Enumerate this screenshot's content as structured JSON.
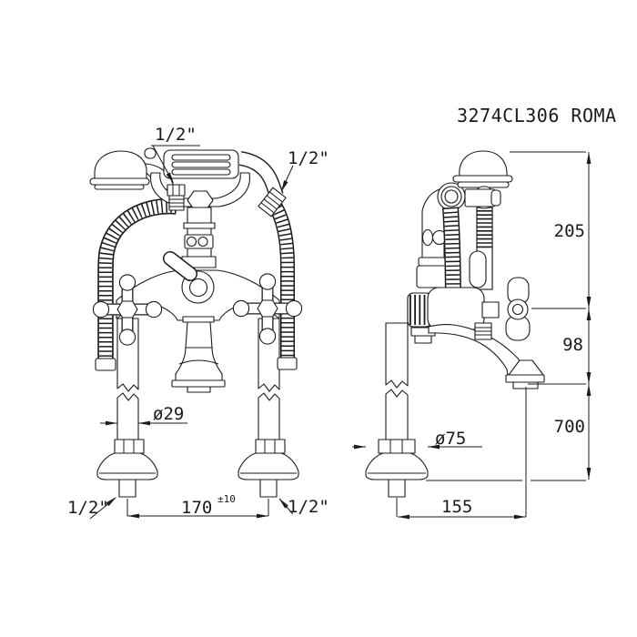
{
  "drawing": {
    "title": "3274CL306 ROMA",
    "background": "#ffffff",
    "line_color": "#1b1b1b",
    "dimensions": {
      "front": {
        "handset_connection": "1/2\"",
        "hose_connection": "1/2\"",
        "riser_pipe_diameter": "ø29",
        "inlet_centre_distance": "170",
        "inlet_centre_distance_tolerance": "±10",
        "inlet_left_thread": "1/2\"",
        "inlet_right_thread": "1/2\""
      },
      "side": {
        "handset_top_to_handle_axis": "205",
        "handle_axis_to_spout_outlet": "98",
        "spout_outlet_to_floor": "700",
        "base_flange_diameter": "ø75",
        "spout_outlet_offset": "155"
      }
    }
  }
}
